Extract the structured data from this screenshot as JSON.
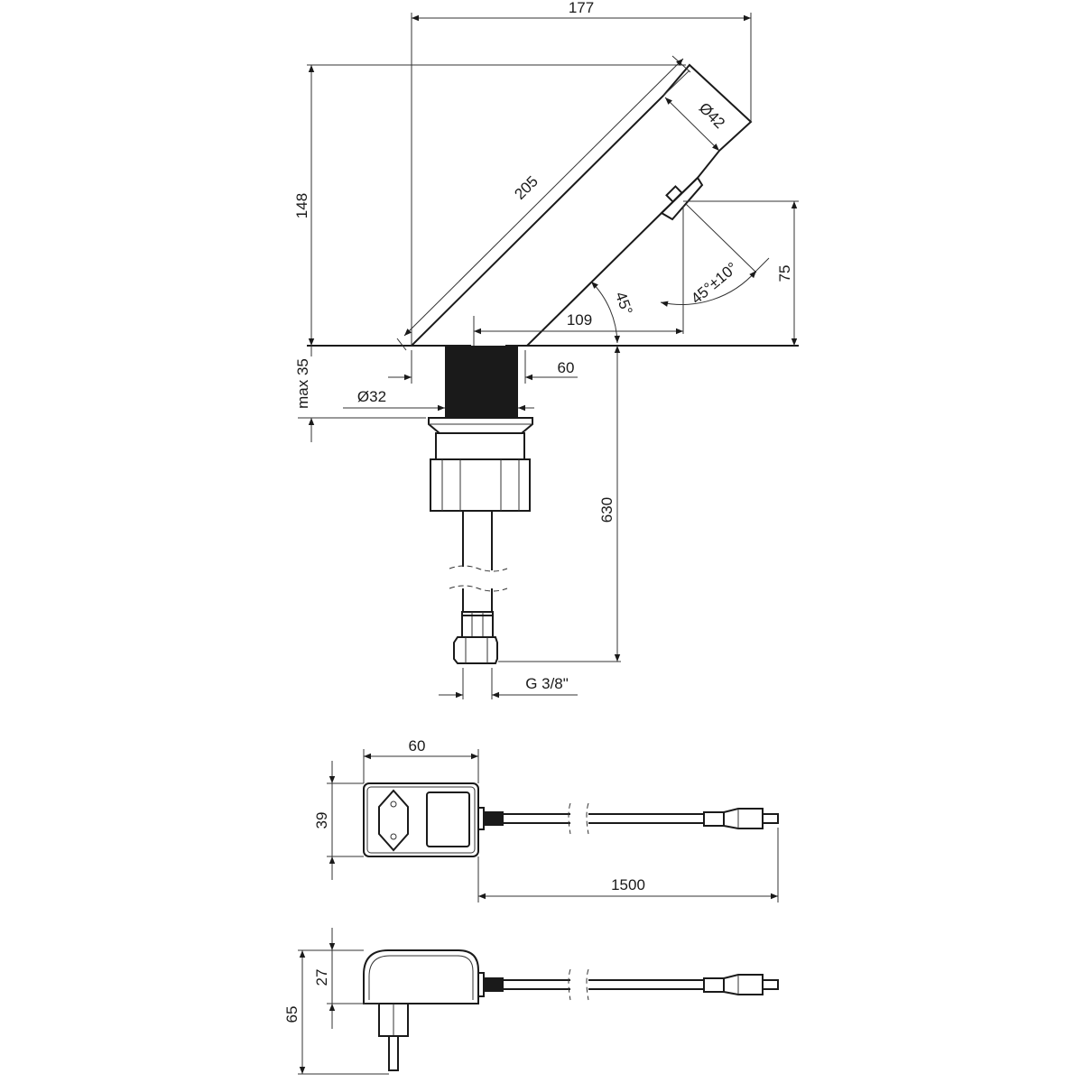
{
  "colors": {
    "line": "#1a1a1a",
    "background": "#ffffff"
  },
  "faucet": {
    "dimensions": {
      "overall_width": "177",
      "overall_height": "148",
      "spout_length": "205",
      "spout_diameter": "Ø42",
      "sensor_height": "75",
      "sensor_offset": "109",
      "spout_angle": "45°",
      "sensor_angle": "45°±10°",
      "base_width": "60",
      "thread_diameter": "Ø32",
      "max_mount_thickness": "max 35",
      "hose_length": "630",
      "connection_thread": "G 3/8\""
    }
  },
  "adapter": {
    "dimensions": {
      "width": "60",
      "height": "39",
      "cable_length": "1500",
      "depth": "27",
      "total_depth": "65"
    }
  }
}
